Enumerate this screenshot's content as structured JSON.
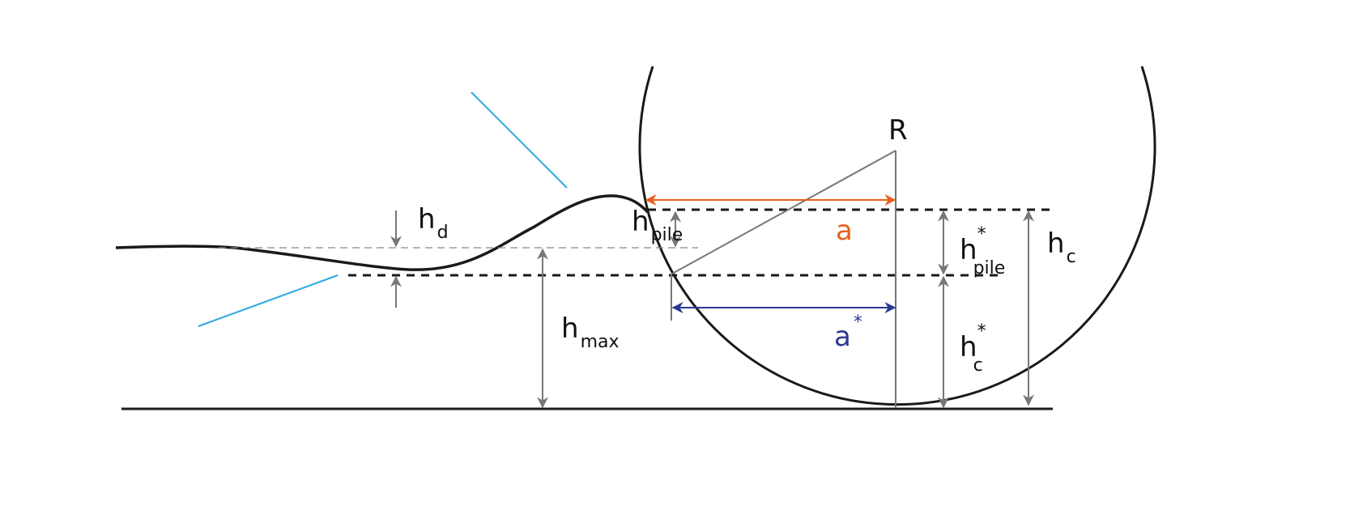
{
  "labels": {
    "R": "R",
    "h_d": {
      "main": "h",
      "sub": "d"
    },
    "h_pile": {
      "main": "h",
      "sub": "pile"
    },
    "h_max": {
      "main": "h",
      "sub": "max"
    },
    "a": "a",
    "a_star": {
      "main": "a",
      "sup": "*"
    },
    "h_pile_star": {
      "main": "h",
      "sup": "*",
      "sub": "pile"
    },
    "h_c_star": {
      "main": "h",
      "sup": "*",
      "sub": "c"
    },
    "h_c": {
      "main": "h",
      "sub": "c"
    }
  },
  "colors": {
    "orange": "#e8601c",
    "blue": "#2b3990",
    "cyan": "#29a8e0",
    "grey": "#777777",
    "black": "#1a1a1a"
  }
}
